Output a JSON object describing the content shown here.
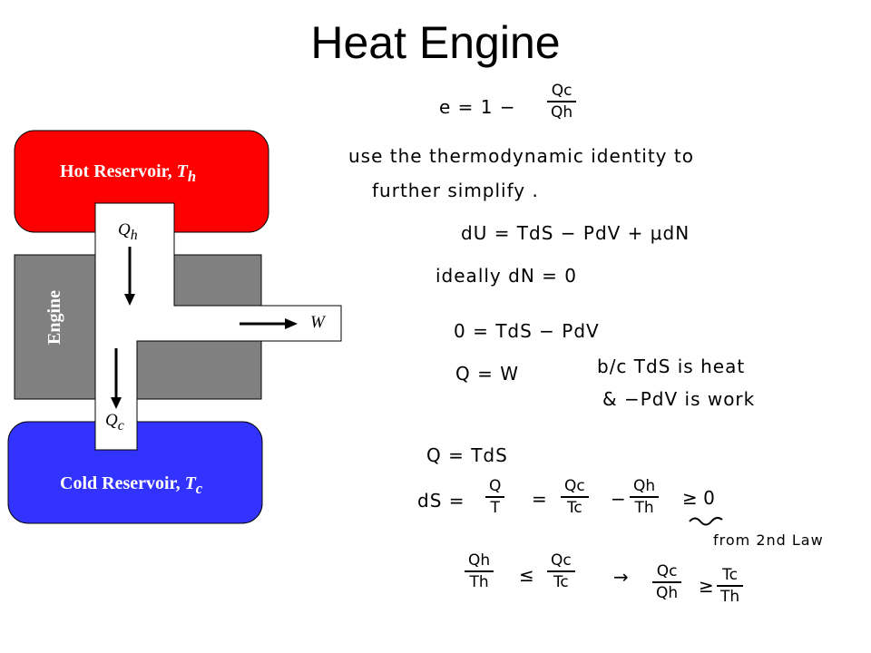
{
  "title": "Heat Engine",
  "diagram": {
    "hot_label": "Hot Reservoir, ",
    "hot_symbol": "T",
    "hot_sub": "h",
    "cold_label": "Cold Reservoir, ",
    "cold_symbol": "T",
    "cold_sub": "c",
    "engine_label": "Engine",
    "qh": "Q",
    "qh_sub": "h",
    "qc": "Q",
    "qc_sub": "c",
    "w": "W",
    "colors": {
      "hot": "#ff0000",
      "cold": "#3333ff",
      "engine": "#808080"
    }
  },
  "notes": {
    "line1_lhs": "e = 1 −",
    "line1_num": "Qc",
    "line1_den": "Qh",
    "line2": "use  the thermodynamic identity to",
    "line3": "further  simplify .",
    "line4": "dU = TdS − PdV + μdN",
    "line5": "ideally  dN = 0",
    "line6": "0 = TdS  − PdV",
    "line7_lhs": "Q = W",
    "line7_rhs": "b/c  TdS  is heat",
    "line8": "&  −PdV  is work",
    "line9": "Q = TdS",
    "line10_lhs": "dS =",
    "line10_f1_num": "Q",
    "line10_f1_den": "T",
    "line10_eq": "=",
    "line10_f2_num": "Qc",
    "line10_f2_den": "Tc",
    "line10_minus": "−",
    "line10_f3_num": "Qh",
    "line10_f3_den": "Th",
    "line10_ge": "≥ 0",
    "line11": "from 2nd Law",
    "line12_f1_num": "Qh",
    "line12_f1_den": "Th",
    "line12_le": "≤",
    "line12_f2_num": "Qc",
    "line12_f2_den": "Tc",
    "line12_arrow": "→",
    "line12_f3_num": "Qc",
    "line12_f3_den": "Qh",
    "line12_ge": "≥",
    "line12_f4_num": "Tc",
    "line12_f4_den": "Th"
  }
}
